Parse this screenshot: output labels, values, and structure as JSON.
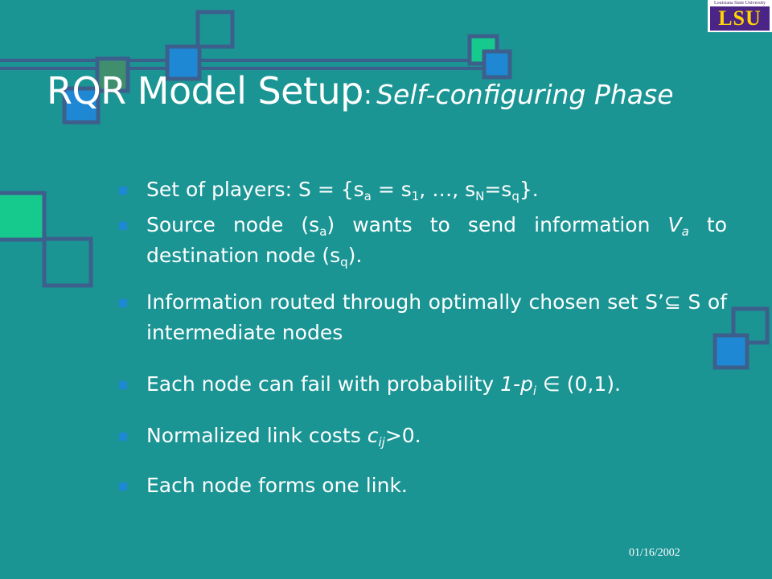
{
  "slide": {
    "title_main": "RQR Model Setup",
    "title_colon": ":",
    "title_sub": "Self-configuring Phase",
    "date": "01/16/2002"
  },
  "logo": {
    "caption": "Louisiana State University",
    "mark": "LSU"
  },
  "bullets": {
    "b1": {
      "t1": "Set of players: S = {s",
      "s1": "a",
      "t2": " = s",
      "s2": "1",
      "t3": ", …, s",
      "s3": "N",
      "t4": "=s",
      "s4": "q",
      "t5": "}."
    },
    "b2": {
      "t1": "Source node (s",
      "s1": "a",
      "t2": ") wants to send information ",
      "v": "V",
      "s2": "a",
      "t3": " to destination node (s",
      "s3": "q",
      "t4": ")."
    },
    "b3": {
      "t1": "Information routed through optimally chosen set S’",
      "sym": "⊆",
      "t2": " S of intermediate nodes"
    },
    "b4": {
      "t1": "Each node can fail with probability ",
      "p": "1-p",
      "s1": "i",
      "sym": " ∈ ",
      "t2": "(0,1)."
    },
    "b5": {
      "t1": "Normalized link costs ",
      "c": "c",
      "s1": "ij",
      "t2": ">0."
    },
    "b6": {
      "t1": "Each node forms one link."
    }
  },
  "colors": {
    "background": "#1b9494",
    "square_outline": "#3d5f8c",
    "square_blue": "#1e88d4",
    "square_green": "#16c98c",
    "square_olive": "#3f8f6f",
    "bullet_marker": "#1e88d4",
    "logo_purple": "#4b2585",
    "logo_gold": "#ffd400"
  }
}
